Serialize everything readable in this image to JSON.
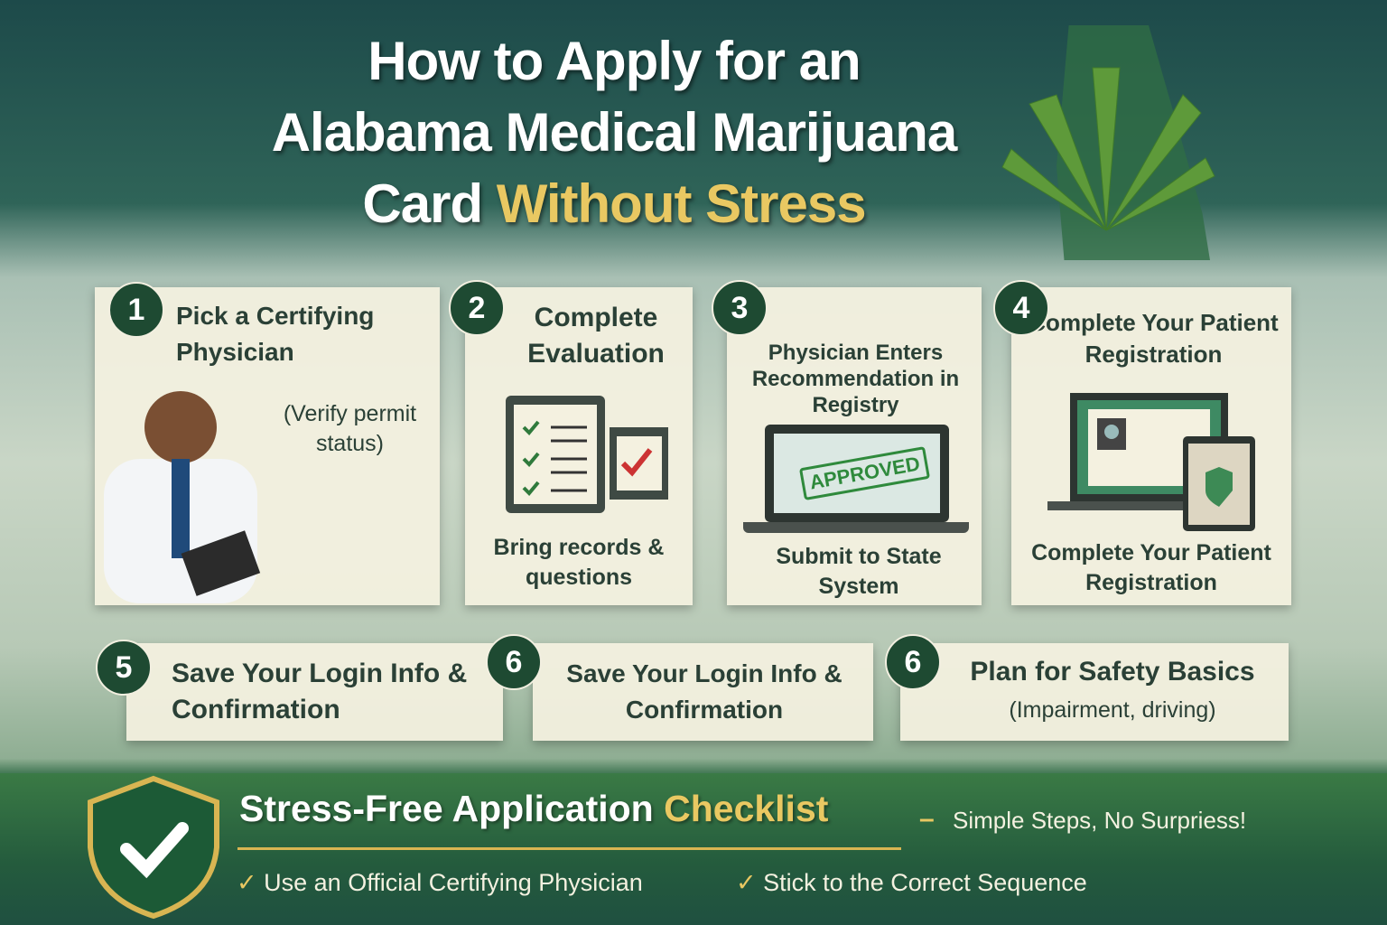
{
  "title": {
    "line1": "How to Apply for an",
    "line2": "Alabama Medical Marijuana",
    "line3a": "Card ",
    "line3b": "Without Stress"
  },
  "steps": [
    {
      "num": "1",
      "title": "Pick a Certifying Physician",
      "sub": "(Verify permit status)"
    },
    {
      "num": "2",
      "title": "Complete Evaluation",
      "sub": "Bring records & questions"
    },
    {
      "num": "3",
      "title": "Physician Enters Recommendation in Registry",
      "stamp": "APPROVED",
      "sub": "Submit to State System"
    },
    {
      "num": "4",
      "title": "Complete Your Patient Registration",
      "sub": "Complete Your Patient Registration"
    },
    {
      "num": "5",
      "title": "Save Your Login Info & Confirmation"
    },
    {
      "num": "6",
      "title": "Save Your Login Info & Confirmation"
    },
    {
      "num": "6",
      "title": "Plan for Safety Basics",
      "sub": "(Impairment, driving)"
    }
  ],
  "banner": {
    "title_a": "Stress-Free Application ",
    "title_b": "Checklist",
    "dash": "–",
    "tagline": "Simple Steps, No Surpriess!",
    "checks": [
      "Use an Official Certifying Physician",
      "Stick to the Correct Sequence"
    ],
    "check_glyph": "✓"
  },
  "colors": {
    "accent": "#e9c862",
    "dark_green": "#1e4a32",
    "card": "#f4f1e0"
  }
}
